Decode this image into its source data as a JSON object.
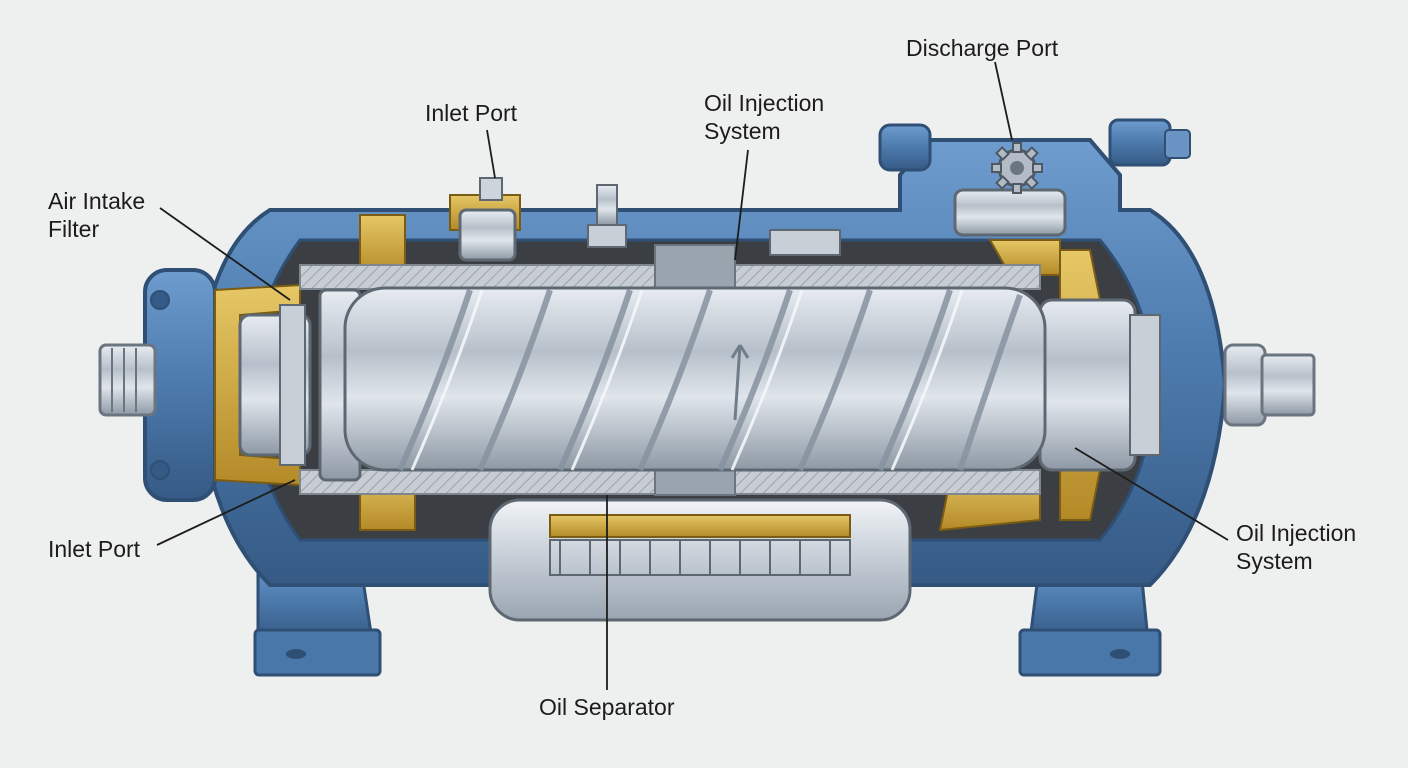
{
  "labels": {
    "discharge_port": "Discharge Port",
    "inlet_port_top": "Inlet Port",
    "oil_injection_top_line1": "Oil Injection",
    "oil_injection_top_line2": "System",
    "air_intake_line1": "Air Intake",
    "air_intake_line2": "Filter",
    "inlet_port_left": "Inlet Port",
    "oil_injection_right_line1": "Oil Injection",
    "oil_injection_right_line2": "System",
    "oil_separator": "Oil Separator"
  },
  "colors": {
    "background": "#eeefef",
    "housing_blue": "#4f7db0",
    "housing_dark": "#2f4f75",
    "steel": "#b9c2cc",
    "brass": "#c9a23c",
    "cavity": "#3b3f44"
  },
  "icons": [
    "gear-icon"
  ]
}
